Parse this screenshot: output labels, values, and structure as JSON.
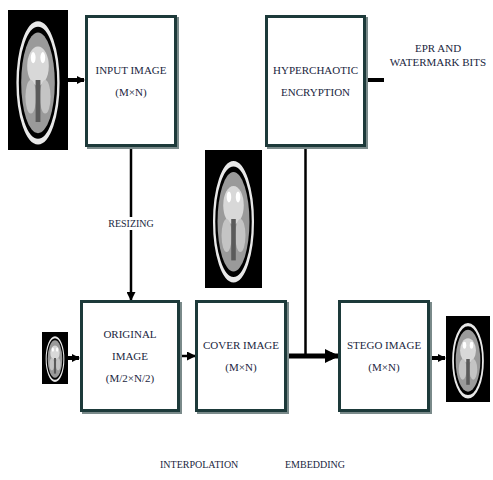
{
  "diagram": {
    "nodes": [
      {
        "text": [
          "INPUT IMAGE (M×N)"
        ]
      },
      {
        "text": [
          "HYPERCHAOTIC ENCRYPTION"
        ]
      },
      {
        "text": [
          "ORIGINAL IMAGE (M/2×N/2)"
        ]
      },
      {
        "text": [
          "COVER IMAGE (M×N)"
        ]
      },
      {
        "text": [
          "STEGO IMAGE (M×N)"
        ]
      }
    ],
    "edges": [
      {
        "from": 0,
        "to": 2,
        "arrow": "to",
        "label": "RESIZING"
      },
      {
        "from": 2,
        "to": 3,
        "arrow": "to",
        "label": "INTERPOLATION"
      },
      {
        "from": 3,
        "to": 4,
        "arrow": "to",
        "label": "EMBEDDING"
      },
      {
        "from": 1,
        "to": 4,
        "arrow": "to"
      }
    ],
    "labels": [
      "EPR AND WATERMARK BITS"
    ]
  }
}
